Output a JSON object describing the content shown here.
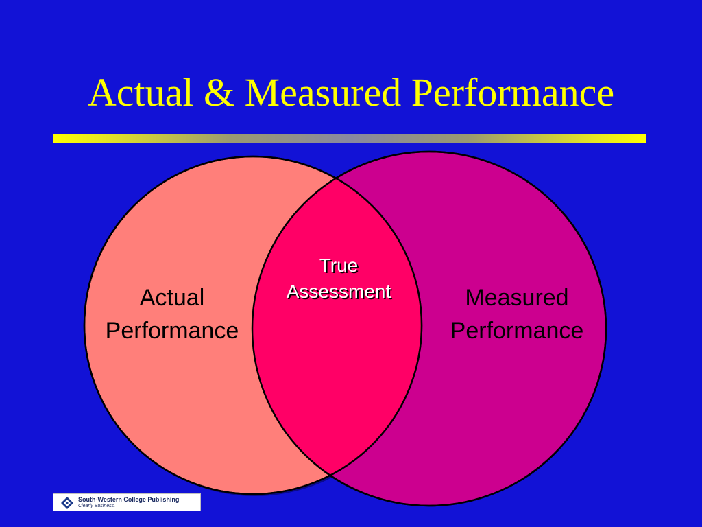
{
  "slide": {
    "title": "Actual & Measured Performance",
    "background_color": "#1212d6",
    "title_color": "#ffff00"
  },
  "diagram": {
    "type": "venn",
    "sets": [
      {
        "label_line1": "Actual",
        "label_line2": "Performance",
        "color": "#ff7f7a"
      },
      {
        "label_line1": "Measured",
        "label_line2": "Performance",
        "color": "#cc008f"
      }
    ],
    "intersection": {
      "label_line1": "True",
      "label_line2": "Assessment",
      "color": "#ff0066"
    }
  },
  "logo": {
    "name": "South-Western College Publishing",
    "tagline": "Clearly Business.",
    "icon": "publisher-logo-icon"
  }
}
